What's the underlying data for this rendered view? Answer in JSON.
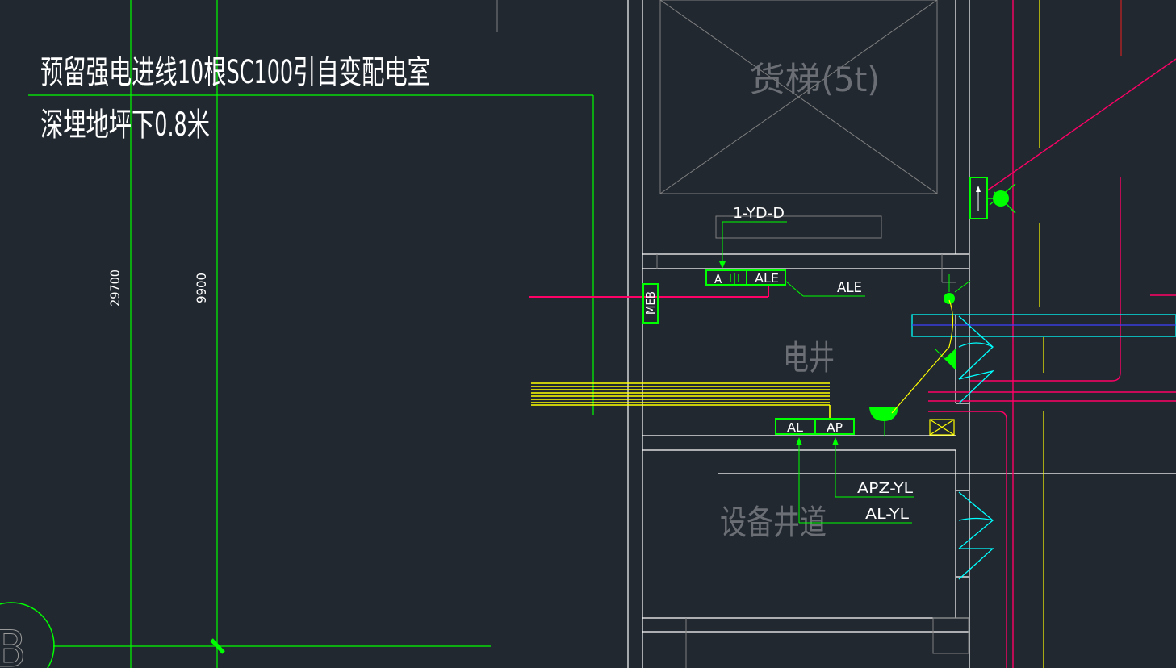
{
  "notes": {
    "line1": "预留强电进线10根SC100引自变配电室",
    "line2": "深埋地坪下0.8米"
  },
  "dimensions": {
    "d1": "29700",
    "d2": "9900"
  },
  "rooms": {
    "elevator": "货梯(5t)",
    "electrical_shaft": "电井",
    "equipment_shaft": "设备井道"
  },
  "panels": {
    "a": "A",
    "ale_box": "ALE",
    "meb": "MEB",
    "al": "AL",
    "ap": "AP"
  },
  "tags": {
    "yd": "1-YD-D",
    "ale": "ALE",
    "apz": "APZ-YL",
    "al_yl": "AL-YL"
  },
  "axis": {
    "bubble": "B"
  },
  "colors": {
    "background": "#212830",
    "green": "#00ff00",
    "yellow": "#ffff00",
    "magenta": "#ff0066",
    "cyan": "#00ffff",
    "white": "#ffffff",
    "gray": "#808080"
  }
}
